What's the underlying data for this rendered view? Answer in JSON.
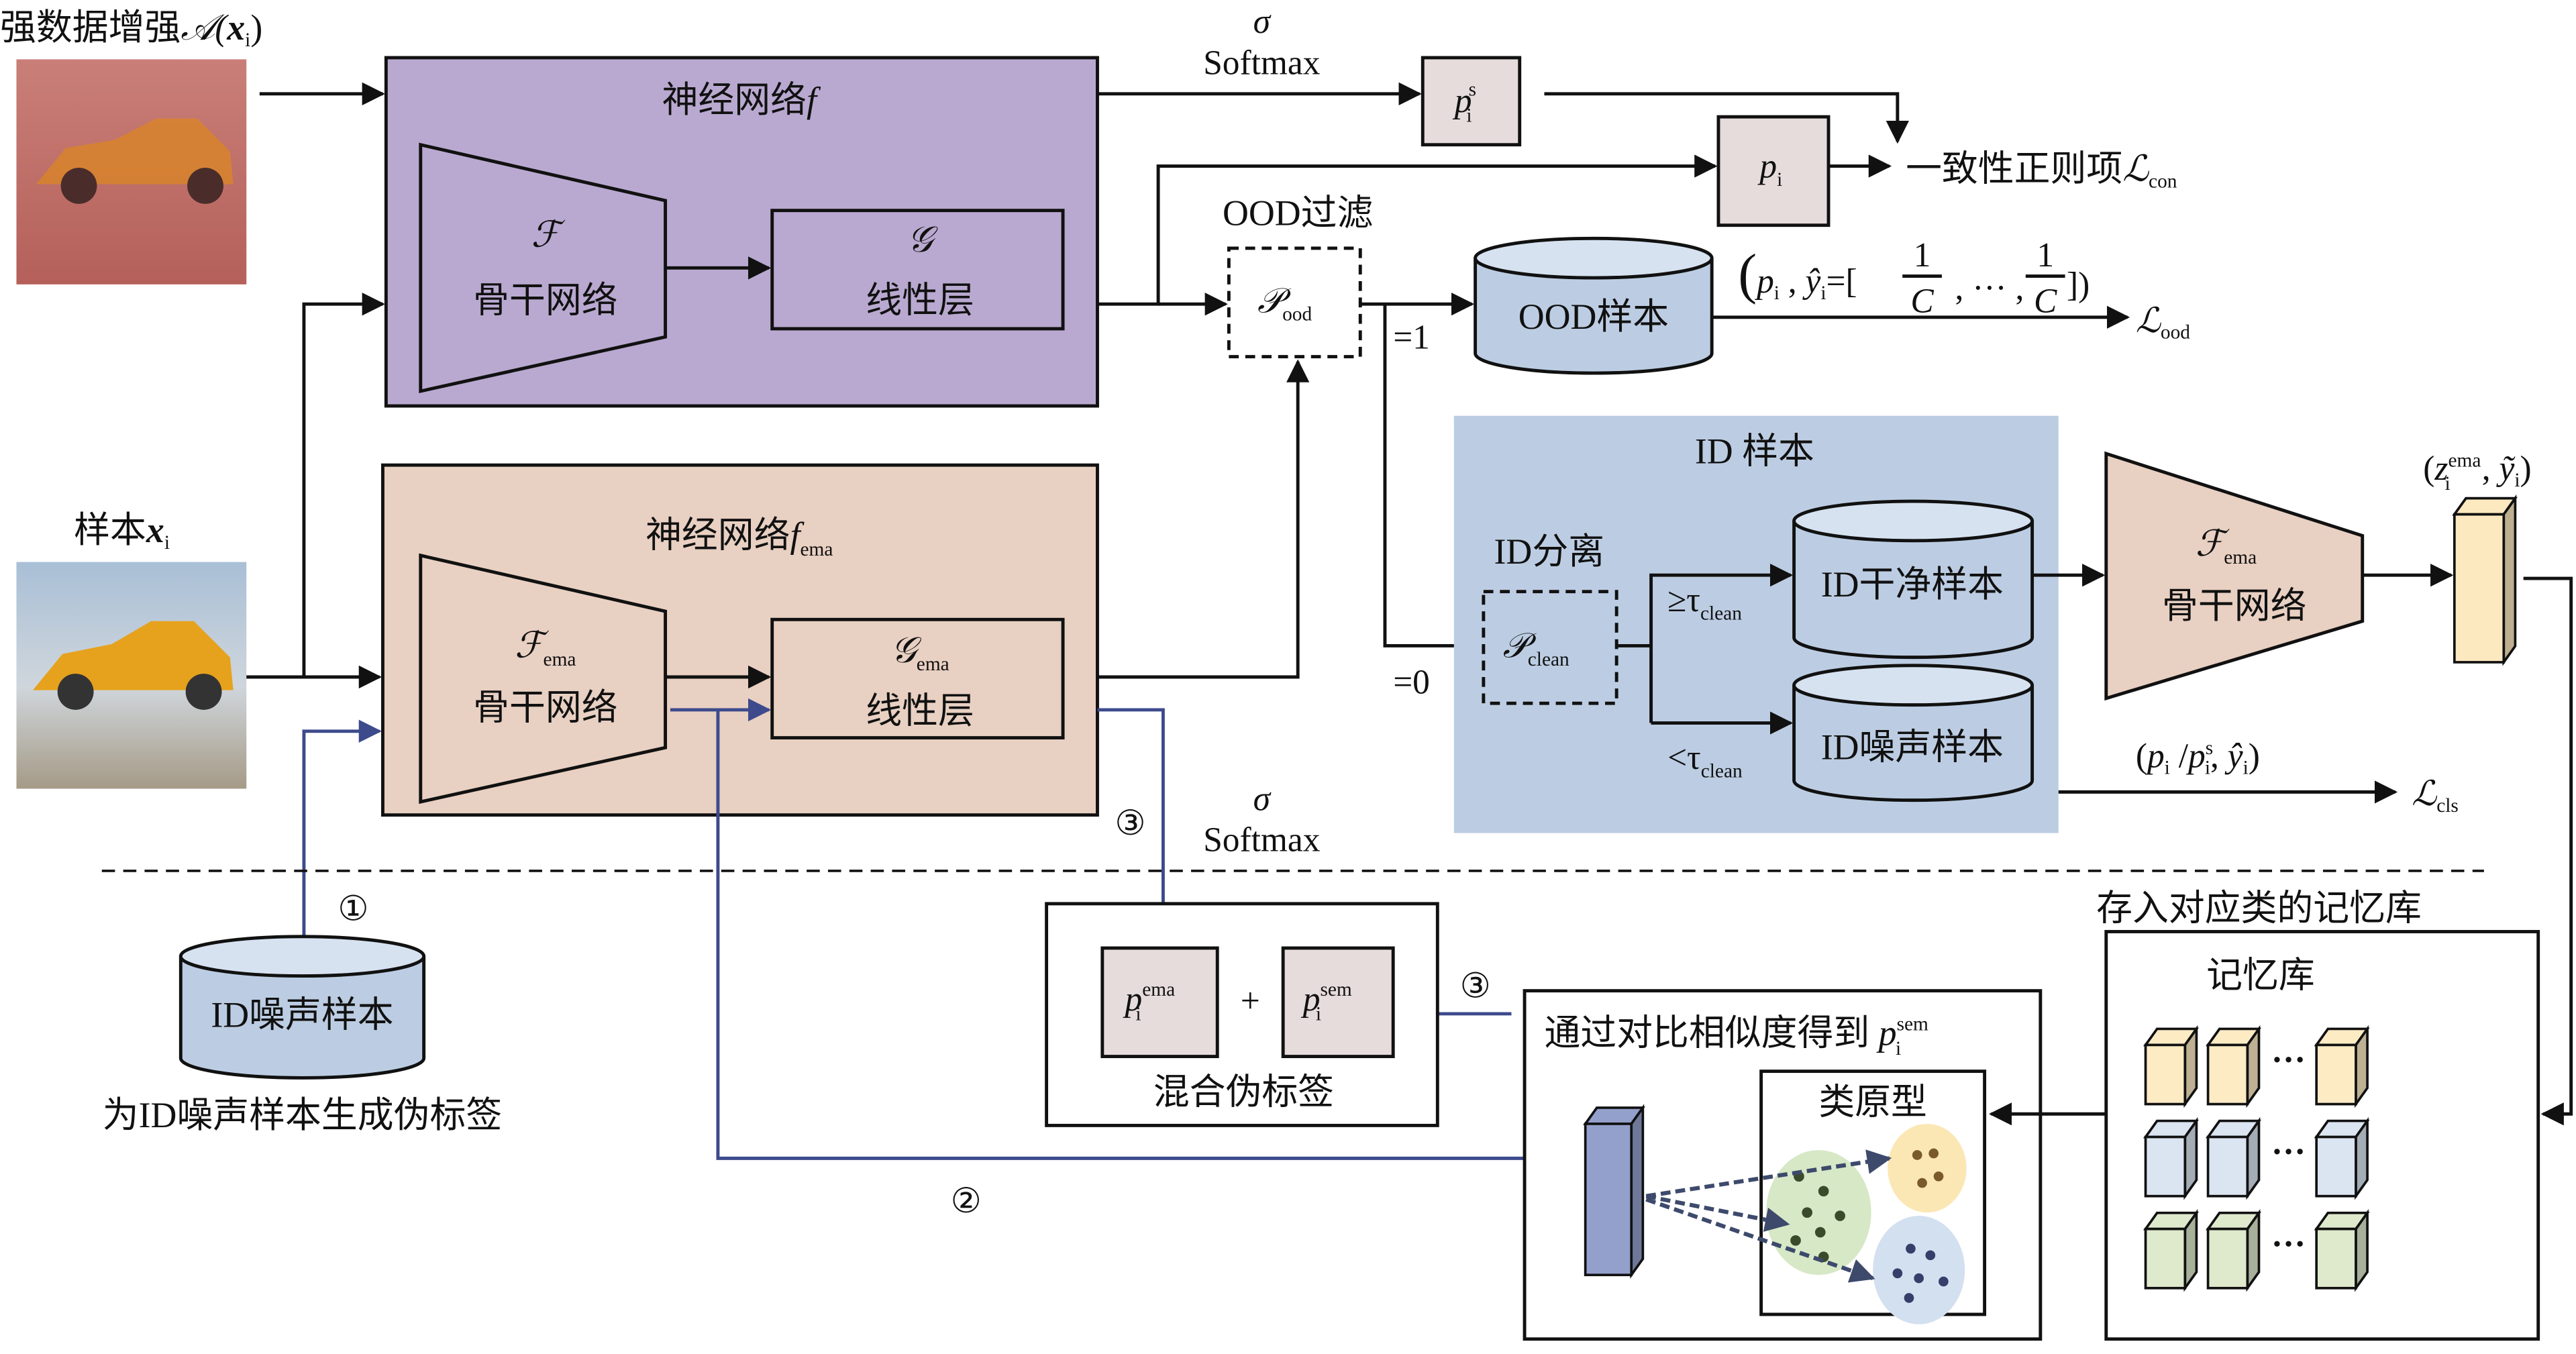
{
  "inputs": {
    "strong_aug_label": "强数据增强",
    "strong_aug_math": "𝒜(",
    "strong_aug_x": "x",
    "strong_aug_sub": "i",
    "strong_aug_close": ")",
    "sample_label": "样本",
    "sample_x": "x",
    "sample_sub": "i"
  },
  "net_f": {
    "title": "神经网络",
    "title_math": "f",
    "backbone_symbol": "ℱ",
    "backbone_label": "骨干网络",
    "linear_symbol": "𝒢",
    "linear_label": "线性层",
    "color": "#b9a9d0"
  },
  "net_fema": {
    "title": "神经网络",
    "title_math": "f",
    "title_sub": "ema",
    "backbone_symbol": "ℱ",
    "backbone_sub": "ema",
    "backbone_label": "骨干网络",
    "linear_symbol": "𝒢",
    "linear_sub": "ema",
    "linear_label": "线性层",
    "color": "#e8d0c2"
  },
  "softmax_top": {
    "sigma": "σ",
    "label": "Softmax"
  },
  "softmax_bottom": {
    "sigma": "σ",
    "label": "Softmax"
  },
  "p_s": {
    "p": "p",
    "sup": "s",
    "sub": "i"
  },
  "p_i": {
    "p": "p",
    "sub": "i"
  },
  "consistency": {
    "label": "一致性正则项",
    "loss": "ℒ",
    "loss_sub": "con"
  },
  "ood_filter": {
    "title": "OOD过滤",
    "symbol": "𝒫",
    "sub": "ood",
    "eq1": "=1",
    "eq0": "=0"
  },
  "ood_samples": {
    "label": "OOD样本",
    "color": "#bccde3"
  },
  "ood_target": {
    "open": "(",
    "p": "p",
    "p_sub": "i",
    "comma": " , ",
    "y": "ŷ",
    "y_sub": "i",
    "eq": "=[",
    "frac_num": "1",
    "frac_den": "C",
    "dots": ", ··· ,",
    "close": "])"
  },
  "ood_loss": {
    "loss": "ℒ",
    "sub": "ood"
  },
  "id_samples": {
    "title": "ID 样本",
    "separation": "ID分离",
    "symbol": "𝒫",
    "sub": "clean",
    "ge": "≥τ",
    "lt": "<τ",
    "tau_sub": "clean",
    "clean_label": "ID干净样本",
    "noisy_label": "ID噪声样本",
    "color": "#bccde3"
  },
  "fema_right": {
    "symbol": "ℱ",
    "sub": "ema",
    "label": "骨干网络"
  },
  "feature_label": {
    "open": "(",
    "z": "z",
    "sup": "ema",
    "sub": "i",
    "comma": " , ",
    "y": "ỹ",
    "y_sub": "i",
    "close": ")"
  },
  "cls": {
    "open": "(",
    "p": "p",
    "sub": "i",
    "slash": " /",
    "ps": "p",
    "ps_sup": "s",
    "ps_sub": "i",
    "comma": ", ",
    "y": "ŷ",
    "y_sub": "i",
    "close": ")",
    "loss": "ℒ",
    "loss_sub": "cls"
  },
  "bottom": {
    "noisy_db": "ID噪声样本",
    "caption": "为ID噪声样本生成伪标签",
    "step1": "①",
    "step2": "②",
    "step3a": "③",
    "step3b": "③",
    "mixed_label": "混合伪标签",
    "plus": "+",
    "p_ema": {
      "p": "p",
      "sup": "ema",
      "sub": "i"
    },
    "p_sem": {
      "p": "p",
      "sup": "sem",
      "sub": "i"
    },
    "similarity_title": "通过对比相似度得到 ",
    "similarity_p": "p",
    "similarity_sup": "sem",
    "similarity_sub": "i",
    "prototype_title": "类原型",
    "memory_store_title": "存入对应类的记忆库",
    "memory_title": "记忆库",
    "dots": "···"
  },
  "colors": {
    "blue_arrow": "#3d4a8c",
    "p_box": "#e6dcdc",
    "feature_yellow": "#fde9bf",
    "feature_purple": "#94a0cc",
    "cube_yellow": "#fdebc4",
    "cube_blue": "#dbe5f1",
    "cube_green": "#dfeacd",
    "cluster_green": "#d6e8c6",
    "cluster_yellow": "#fbe7b4",
    "cluster_blue": "#d3e0f0"
  }
}
